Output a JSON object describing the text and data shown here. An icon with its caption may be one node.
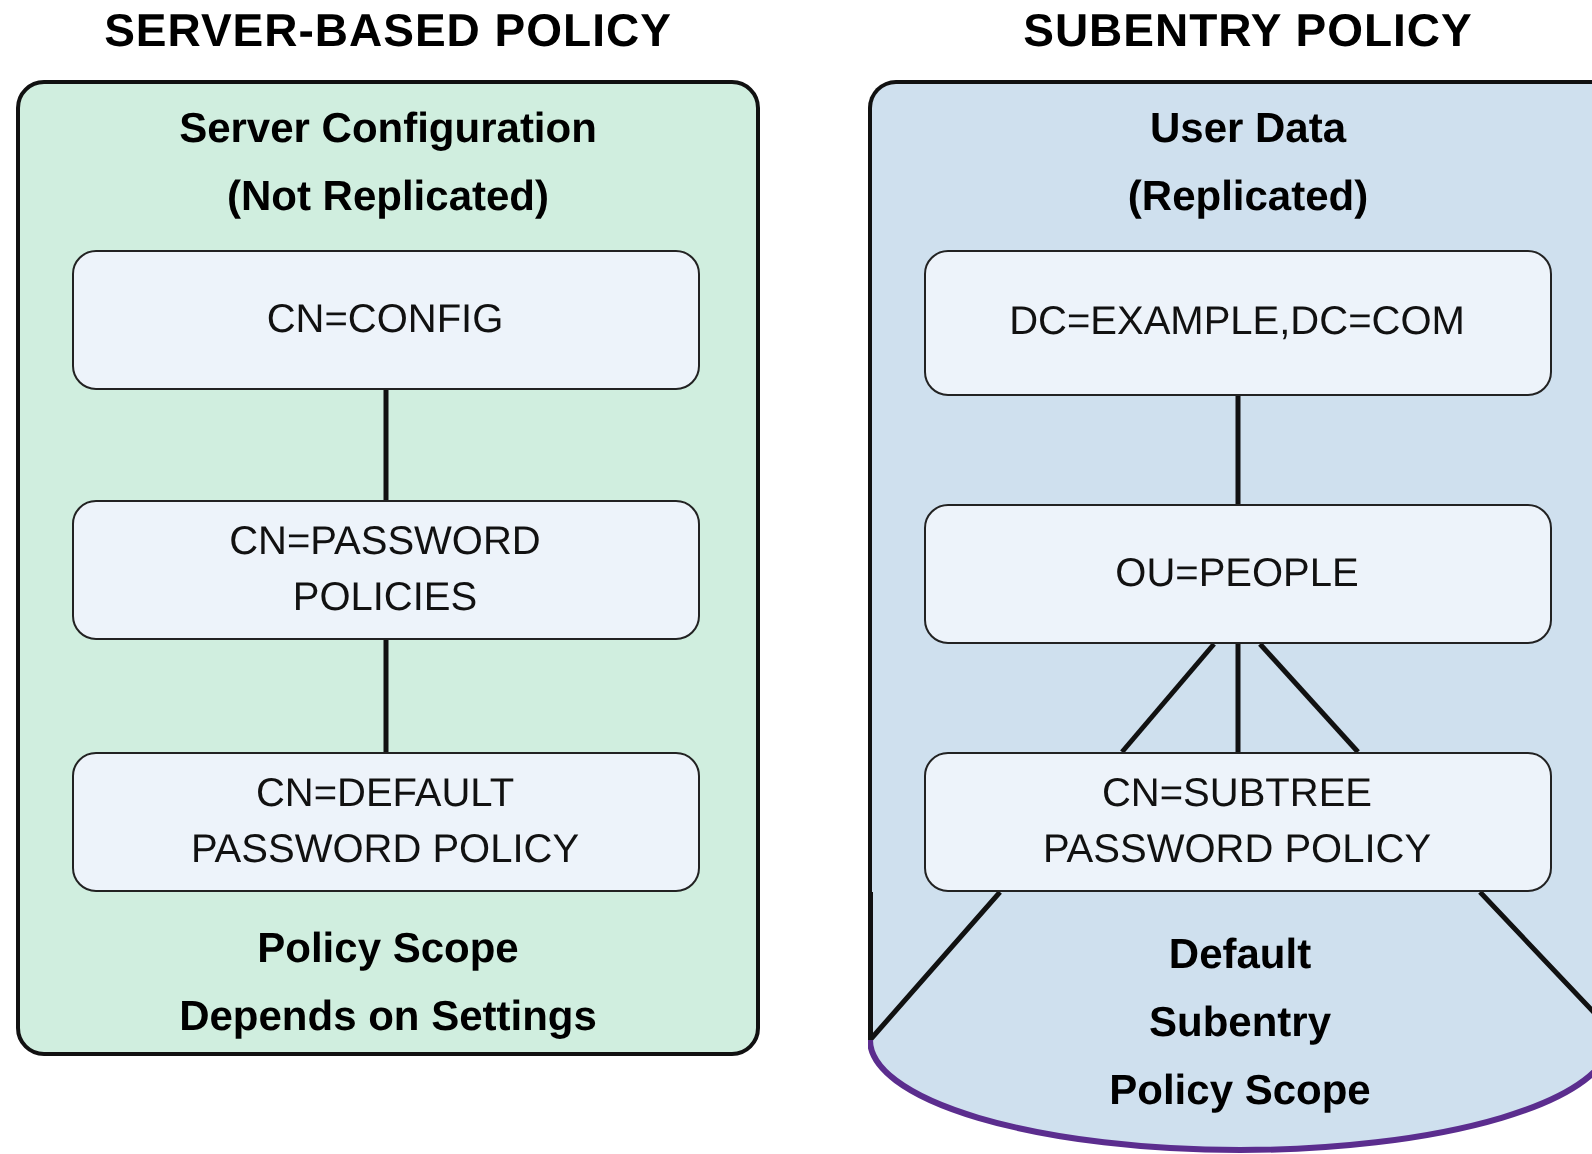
{
  "diagram": {
    "nodes": [
      {
        "text": [
          "SERVER-BASED POLICY",
          "Server Configuration (Not Replicated)",
          "Policy Scope Depends on Settings"
        ]
      },
      {
        "text": [
          "CN=CONFIG"
        ],
        "in": 0
      },
      {
        "text": [
          "CN=PASSWORD POLICIES"
        ],
        "in": 0
      },
      {
        "text": [
          "CN=DEFAULT PASSWORD POLICY"
        ],
        "in": 0
      },
      {
        "text": [
          "SUBENTRY POLICY",
          "User Data (Replicated)"
        ]
      },
      {
        "text": [
          "DC=EXAMPLE,DC=COM"
        ],
        "in": 4
      },
      {
        "text": [
          "OU=PEOPLE"
        ],
        "in": 4
      },
      {
        "text": [
          "CN=SUBTREE PASSWORD POLICY"
        ],
        "in": 4
      },
      {
        "text": [
          "Default Subentry Policy Scope"
        ]
      }
    ],
    "edges": [
      {
        "from": 1,
        "to": 2,
        "arrow": "none"
      },
      {
        "from": 2,
        "to": 3,
        "arrow": "none"
      },
      {
        "from": 5,
        "to": 6,
        "arrow": "none"
      },
      {
        "from": 6,
        "to": 7,
        "arrow": "none"
      },
      {
        "from": 6,
        "to": 7,
        "arrow": "none"
      },
      {
        "from": 6,
        "to": 7,
        "arrow": "none"
      }
    ]
  }
}
